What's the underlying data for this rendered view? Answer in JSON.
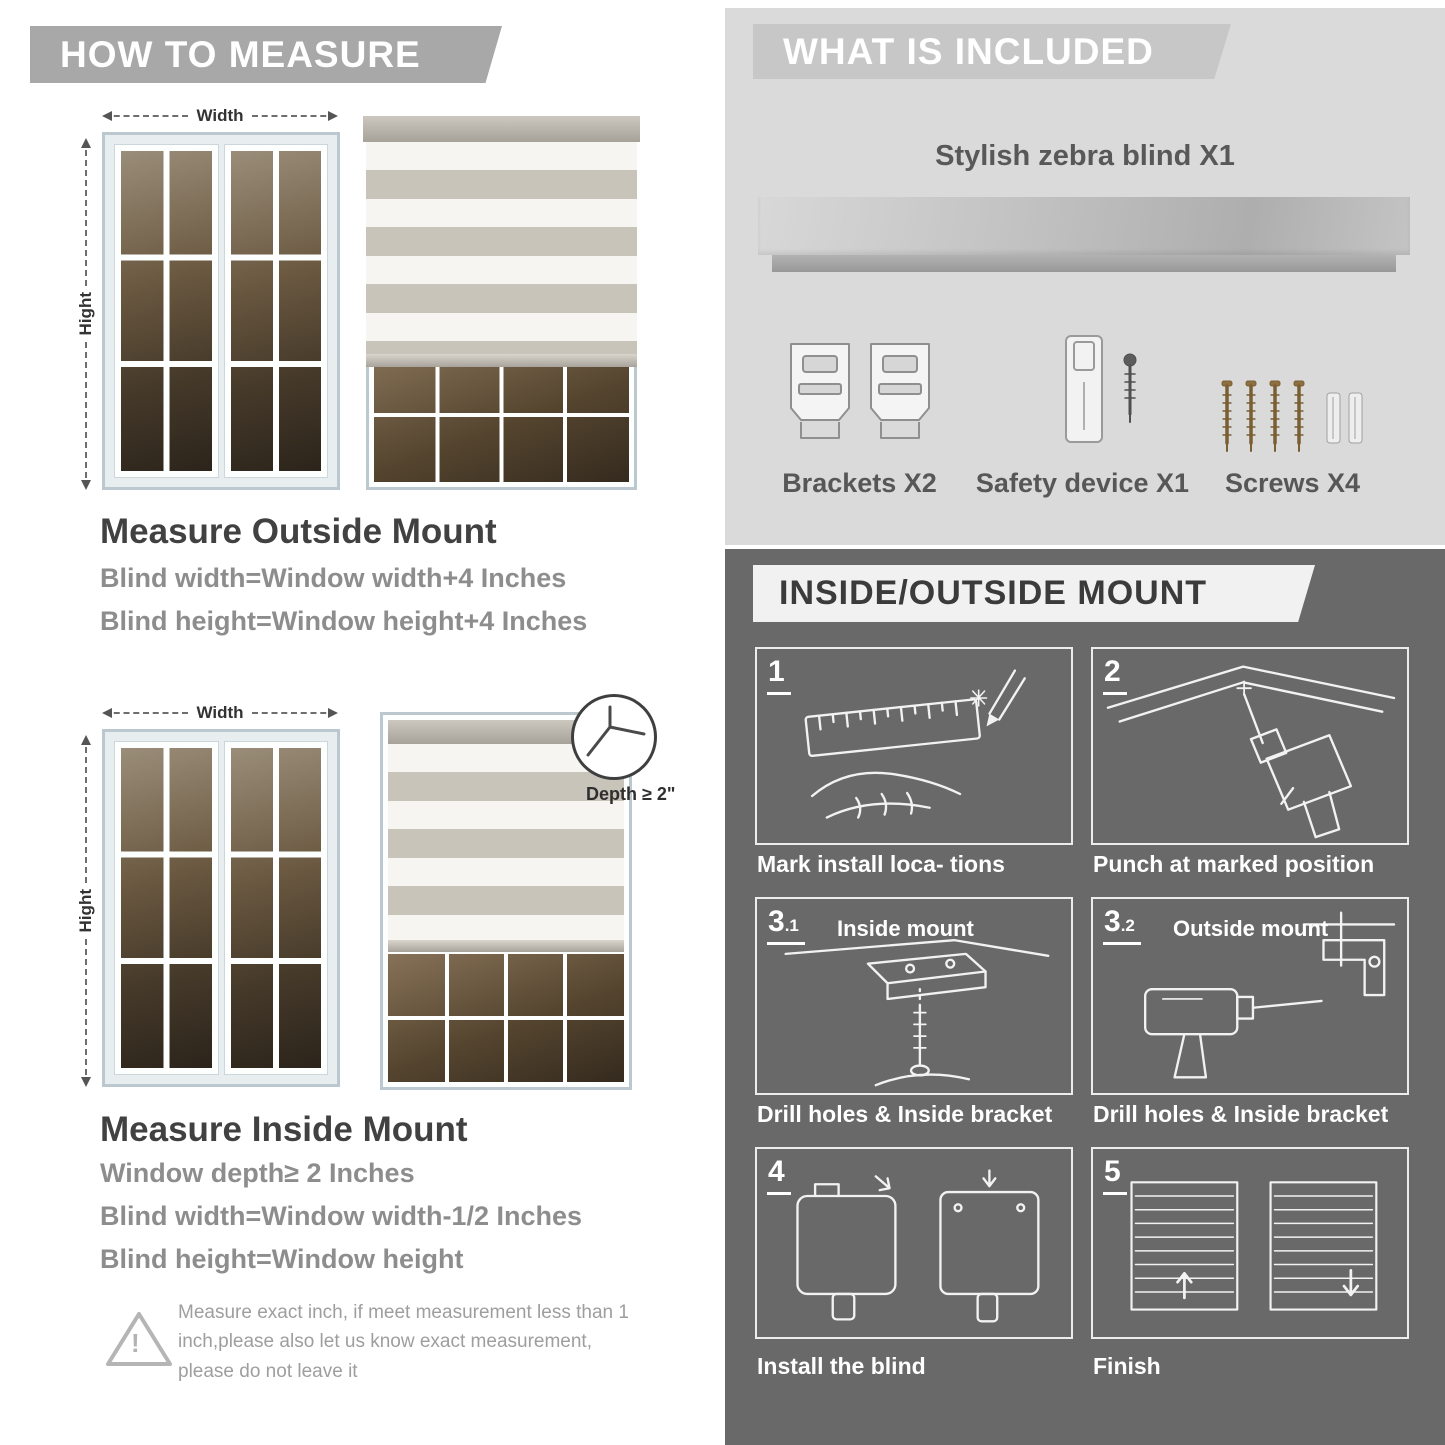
{
  "left": {
    "banner": "HOW TO MEASURE",
    "outside": {
      "width_label": "Width",
      "height_label": "Hight",
      "heading": "Measure Outside Mount",
      "lines": [
        "Blind width=Window width+4 Inches",
        "Blind height=Window height+4 Inches"
      ]
    },
    "inside": {
      "width_label": "Width",
      "height_label": "Hight",
      "depth_label": "Depth ≥ 2\"",
      "heading": "Measure Inside Mount",
      "lines": [
        "Window depth≥ 2 Inches",
        "Blind width=Window width-1/2 Inches",
        "Blind height=Window height"
      ]
    },
    "warning_mark": "!",
    "note": "Measure exact inch, if meet measurement less than 1 inch,please also let us know exact measurement, please do not leave it"
  },
  "right": {
    "included": {
      "banner": "WHAT IS INCLUDED",
      "product_label": "Stylish zebra blind X1",
      "items": [
        "Brackets X2",
        "Safety device X1",
        "Screws X4"
      ]
    },
    "mount": {
      "banner": "INSIDE/OUTSIDE MOUNT",
      "steps": [
        {
          "num": "1",
          "sub": "",
          "title": "",
          "caption": "Mark install loca- tions"
        },
        {
          "num": "2",
          "sub": "",
          "title": "",
          "caption": "Punch at  marked position"
        },
        {
          "num": "3",
          "sub": ".1",
          "title": "Inside mount",
          "caption": "Drill holes &  Inside bracket"
        },
        {
          "num": "3",
          "sub": ".2",
          "title": "Outside mount",
          "caption": "Drill holes &  Inside bracket"
        },
        {
          "num": "4",
          "sub": "",
          "title": "",
          "caption": "Install the blind"
        },
        {
          "num": "5",
          "sub": "",
          "title": "",
          "caption": "Finish"
        }
      ]
    }
  },
  "colors": {
    "banner_gray": "#a8a8a8",
    "panel_light": "#dadada",
    "panel_dark": "#696969",
    "heading_dark": "#414141",
    "text_gray": "#8d8d8d",
    "stripe_gray": "#c9c4ba"
  }
}
